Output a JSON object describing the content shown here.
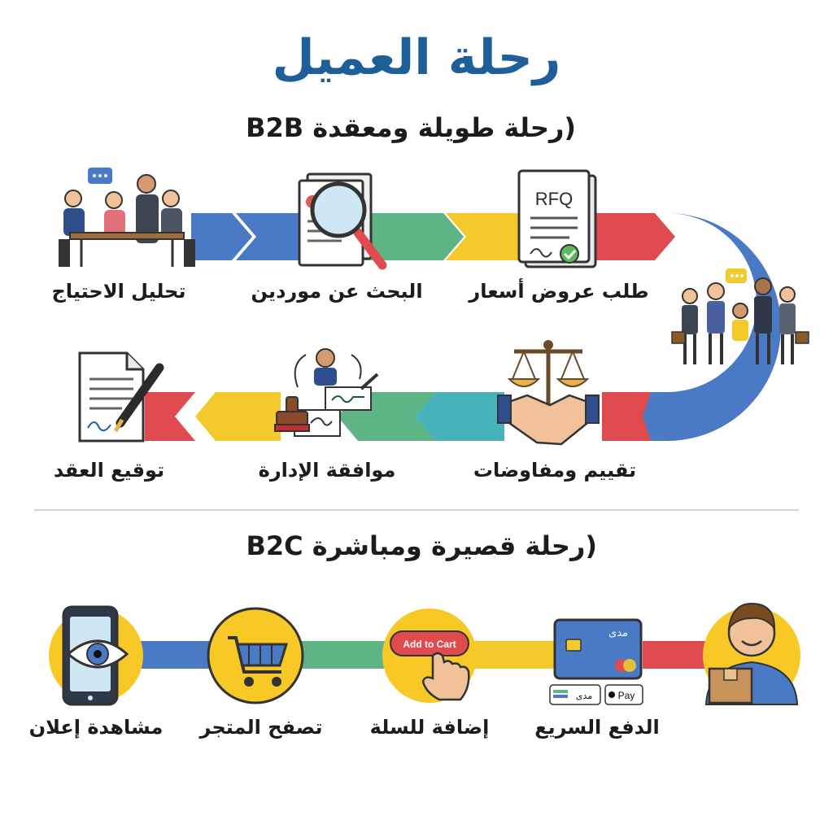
{
  "title": "رحلة العميل",
  "b2b": {
    "heading": "(رحلة طويلة ومعقدة B2B",
    "steps": [
      {
        "label": "طلب عروض أسعار",
        "icon": "rfq-document-icon",
        "badge": "RFQ"
      },
      {
        "label": "البحث عن موردين",
        "icon": "magnifier-documents-icon"
      },
      {
        "label": "تحليل الاحتياج",
        "icon": "team-meeting-icon"
      },
      {
        "label": "تقييم ومفاوضات",
        "icon": "scales-handshake-icon"
      },
      {
        "label": "موافقة الإدارة",
        "icon": "stamp-approval-icon"
      },
      {
        "label": "توقيع العقد",
        "icon": "signed-contract-icon"
      }
    ],
    "turn_icon": "stakeholders-group-icon"
  },
  "b2c": {
    "heading": "(رحلة قصيرة ومباشرة B2C",
    "steps": [
      {
        "label": "الدفع السريع",
        "icon": "payment-card-icon",
        "card_brand": "مدى",
        "wallet_badges": [
          "Pay",
          "مدى"
        ]
      },
      {
        "label": "إضافة للسلة",
        "icon": "add-to-cart-button-icon",
        "button_text": "Add to Cart"
      },
      {
        "label": "تصفح المتجر",
        "icon": "shopping-cart-icon"
      },
      {
        "label": "مشاهدة إعلان",
        "icon": "phone-eye-icon"
      }
    ],
    "start_icon": "customer-with-package-icon"
  },
  "colors": {
    "title": "#1f5f99",
    "blue": "#4a79c6",
    "green": "#5fb486",
    "yellow": "#f3c92c",
    "red": "#e04b4f",
    "teal": "#45b3b9",
    "circle": "#f7c826"
  }
}
